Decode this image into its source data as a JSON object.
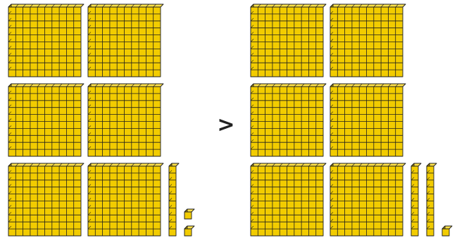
{
  "comparison": {
    "symbol": ">",
    "left": {
      "hundreds": 6,
      "tens": 1,
      "ones": 2
    },
    "right": {
      "hundreds": 6,
      "tens": 2,
      "ones": 1
    }
  },
  "colors": {
    "block_fill": "#f2cc00",
    "block_side": "#b89a00",
    "block_top": "#ffe24a",
    "outline": "#1e1e1e"
  }
}
